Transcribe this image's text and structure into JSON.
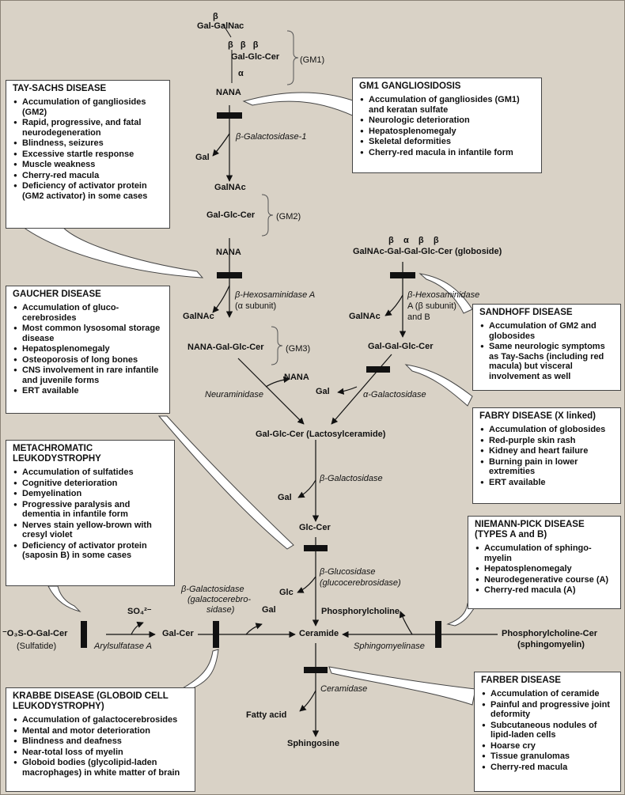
{
  "molecules": {
    "gm1_beta_top": "β",
    "gm1_galgalnac": "Gal-GalNac",
    "gm1_betas": "β   β   β",
    "gm1_chain": "Gal-Glc-Cer",
    "gm1_alpha": "α",
    "gm1_label": "(GM1)",
    "nana1": "NANA",
    "gal1": "Gal",
    "galnac_gm2": "GalNAc",
    "gm2_chain": "Gal-Glc-Cer",
    "gm2_label": "(GM2)",
    "nana2": "NANA",
    "galnac2": "GalNAc",
    "gm3_chain": "NANA-Gal-Glc-Cer",
    "gm3_label": "(GM3)",
    "nana3": "NANA",
    "globo_greek": "β    α    β    β",
    "globoside": "GalNAc-Gal-Gal-Glc-Cer (globoside)",
    "galnac3": "GalNAc",
    "galgalglc": "Gal-Gal-Glc-Cer",
    "gal2": "Gal",
    "lactosyl": "Gal-Glc-Cer (Lactosylceramide)",
    "gal3": "Gal",
    "glccer": "Glc-Cer",
    "glc": "Glc",
    "phosphorylcholine": "Phosphorylcholine",
    "sulfatide_chain": "⁻O₃S-O-Gal-Cer",
    "sulfatide": "(Sulfatide)",
    "so4": "SO₄²⁻",
    "galcer": "Gal-Cer",
    "gal4": "Gal",
    "ceramide": "Ceramide",
    "phosphocer": "Phosphorylcholine-Cer",
    "sphingomyelin": "(sphingomyelin)",
    "fattyacid": "Fatty acid",
    "sphingosine": "Sphingosine"
  },
  "enzymes": {
    "bgal1": "β-Galactosidase-1",
    "hexA": "β-Hexosaminidase A",
    "hexA_sub": "(α subunit)",
    "hexAB1": "β-Hexosaminidase",
    "hexAB2": "A (β subunit)",
    "hexAB3": "and B",
    "neuraminidase": "Neuraminidase",
    "agal": "α-Galactosidase",
    "bgal2": "β-Galactosidase",
    "bgluc": "β-Glucosidase",
    "bgluc_sub": "(glucocerebrosidase)",
    "galcerase1": "β-Galactosidase",
    "galcerase2": "(galactocerebro-",
    "galcerase3": "sidase)",
    "arylsulfatase": "Arylsulfatase A",
    "sphingomyelinase": "Sphingomyelinase",
    "ceramidase": "Ceramidase"
  },
  "diseases": {
    "taysachs": {
      "title": "TAY-SACHS DISEASE",
      "items": [
        "Accumulation of gangliosides (GM2)",
        "Rapid, progressive, and fatal neurodegeneration",
        "Blindness, seizures",
        "Excessive startle response",
        "Muscle weakness",
        "Cherry-red macula",
        "Deficiency of activator protein (GM2 activator) in some cases"
      ]
    },
    "gm1": {
      "title": "GM1 GANGLIOSIDOSIS",
      "items": [
        "Accumulation of gangliosides (GM1) and keratan sulfate",
        "Neurologic deterioration",
        "Hepatosplenomegaly",
        "Skeletal deformities",
        "Cherry-red macula in infantile form"
      ]
    },
    "gaucher": {
      "title": "GAUCHER DISEASE",
      "items": [
        "Accumulation of gluco-cerebrosides",
        "Most common lysosomal storage disease",
        "Hepatosplenomegaly",
        "Osteoporosis of long bones",
        "CNS involvement in rare infantile and juvenile forms",
        "ERT available"
      ]
    },
    "sandhoff": {
      "title": "SANDHOFF DISEASE",
      "items": [
        "Accumulation of GM2 and globosides",
        "Same neurologic symptoms as Tay-Sachs (including red macula) but visceral involvement as well"
      ]
    },
    "fabry": {
      "title": "FABRY DISEASE (X linked)",
      "items": [
        "Accumulation of globosides",
        "Red-purple skin rash",
        "Kidney and heart failure",
        "Burning pain in lower extremities",
        "ERT available"
      ]
    },
    "mld": {
      "title": "METACHROMATIC LEUKODYSTROPHY",
      "items": [
        "Accumulation of sulfatides",
        "Cognitive deterioration",
        "Demyelination",
        "Progressive paralysis and dementia in infantile form",
        "Nerves stain yellow-brown with cresyl violet",
        "Deficiency of activator protein (saposin B) in some cases"
      ]
    },
    "niemann": {
      "title": "NIEMANN-PICK DISEASE (TYPES A and B)",
      "items": [
        "Accumulation of sphingo-myelin",
        "Hepatosplenomegaly",
        "Neurodegenerative course (A)",
        "Cherry-red macula (A)"
      ]
    },
    "krabbe": {
      "title": "KRABBE DISEASE (GLOBOID CELL LEUKODYSTROPHY)",
      "items": [
        "Accumulation of galactocerebrosides",
        "Mental and motor deterioration",
        "Blindness and deafness",
        "Near-total loss of myelin",
        "Globoid bodies (glycolipid-laden macrophages) in white matter of brain"
      ]
    },
    "farber": {
      "title": "FARBER DISEASE",
      "items": [
        "Accumulation of ceramide",
        "Painful and progressive joint deformity",
        "Subcutaneous nodules of lipid-laden cells",
        "Hoarse cry",
        "Tissue granulomas",
        "Cherry-red macula"
      ]
    }
  },
  "colors": {
    "background": "#d9d2c6",
    "box": "#ffffff",
    "ink": "#111111"
  }
}
